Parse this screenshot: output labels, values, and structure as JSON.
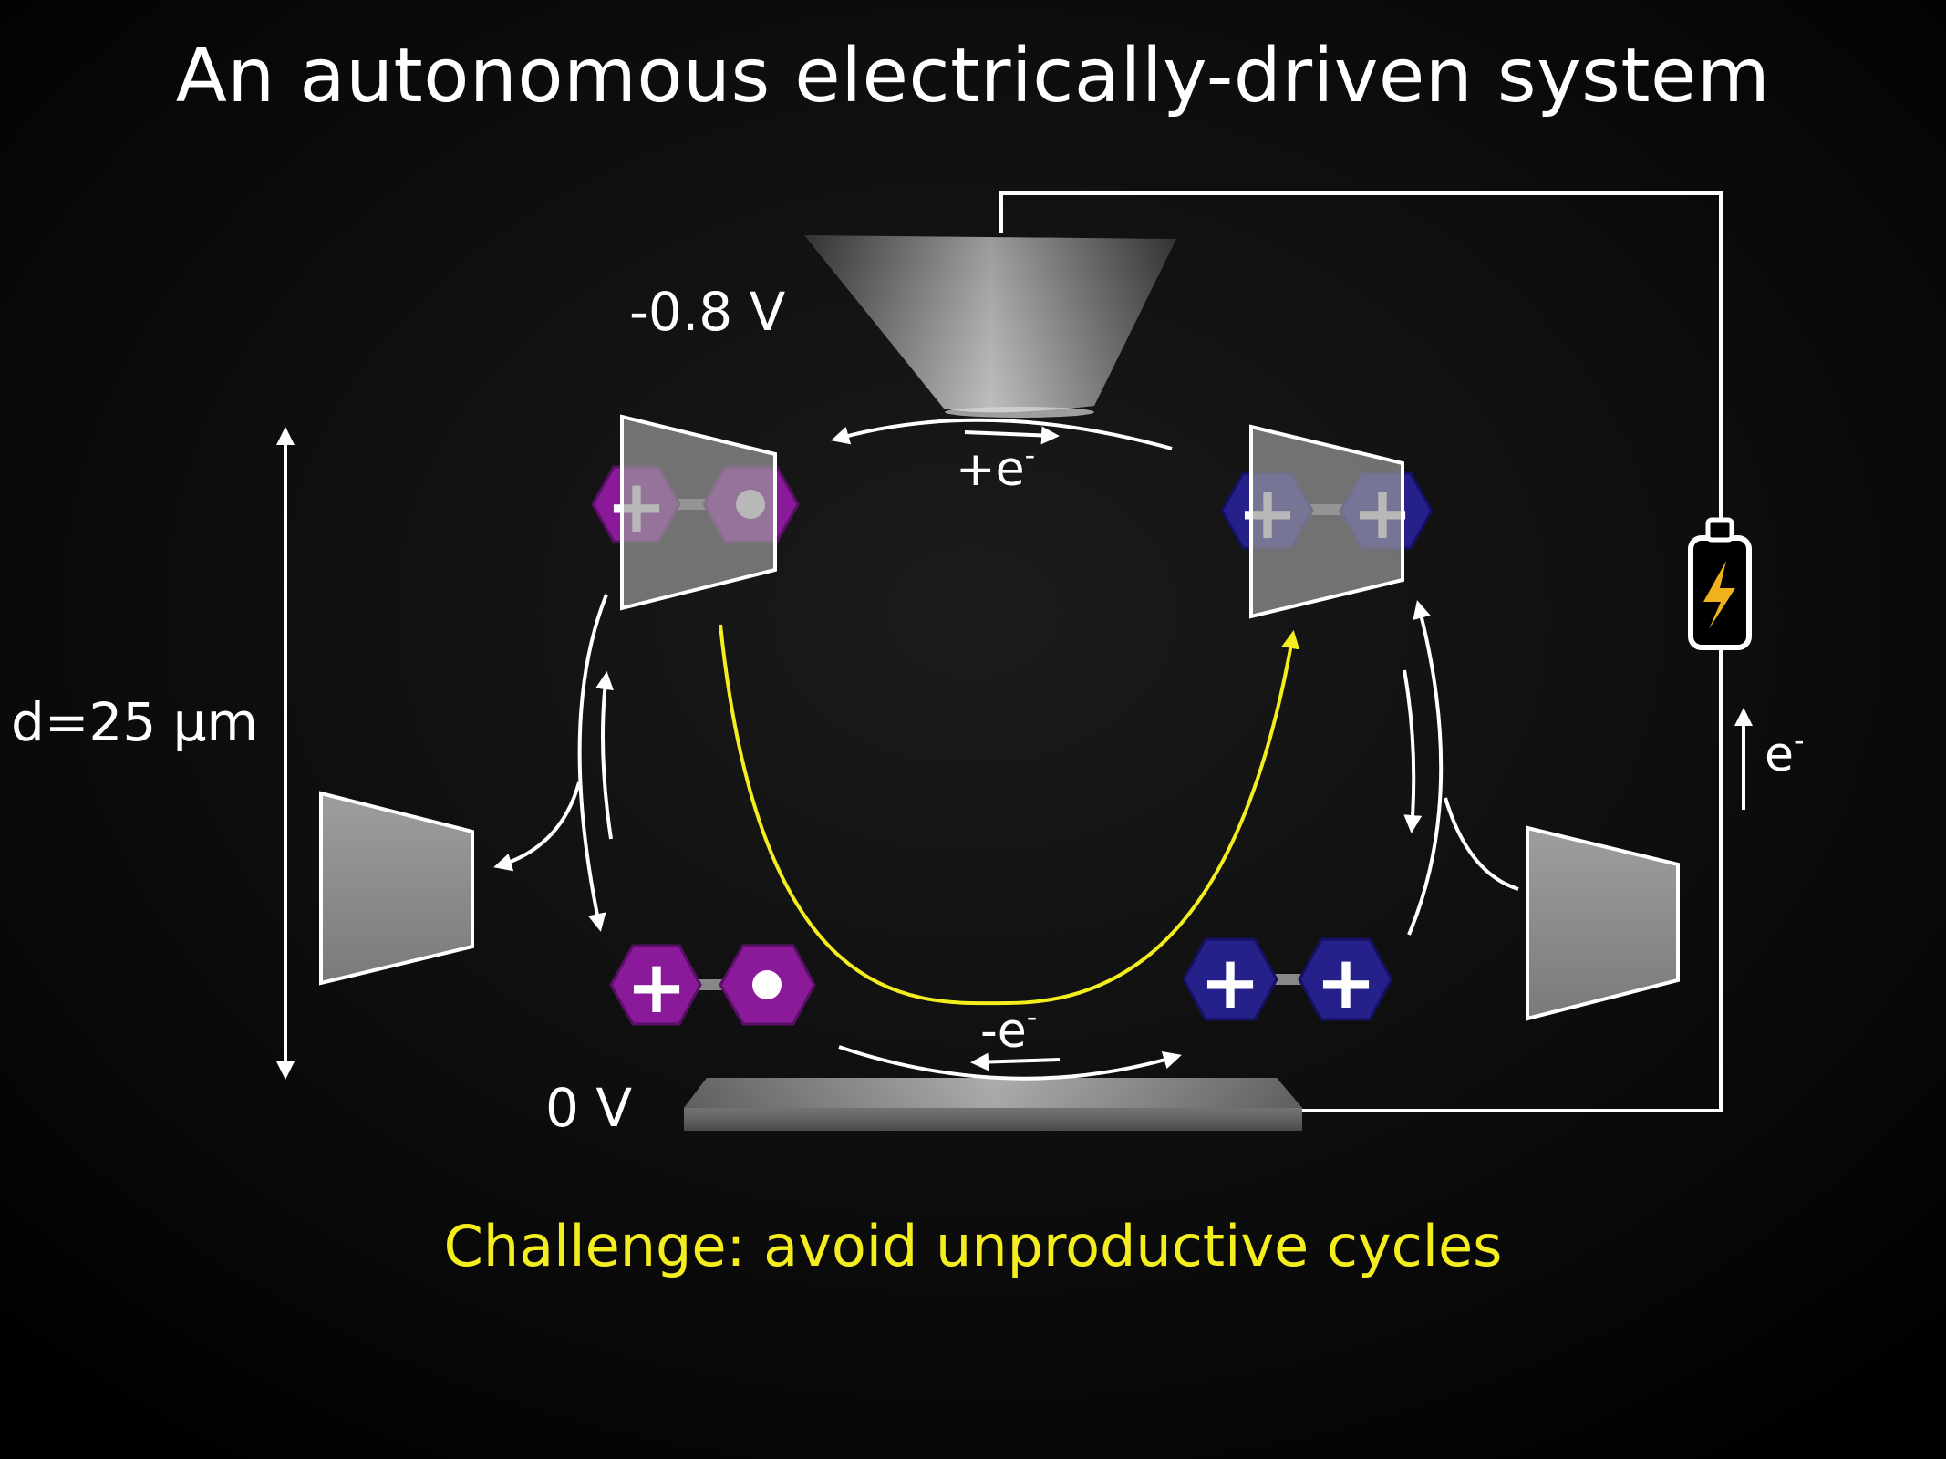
{
  "slide": {
    "title": "An autonomous electrically-driven system",
    "caption": "Challenge: avoid unproductive cycles"
  },
  "diagram": {
    "top_electrode_voltage": "-0.8 V",
    "bottom_electrode_voltage": "0 V",
    "distance_label": "d=25 μm",
    "reduction_label": "+e",
    "reduction_superscript": "-",
    "oxidation_label": "-e",
    "oxidation_superscript": "-",
    "circuit_electron_label": "e",
    "circuit_electron_superscript": "-",
    "plus_symbol": "+",
    "colors": {
      "background": "#000000",
      "purple_molecule": "#8a1a9a",
      "blue_molecule": "#25208a",
      "highlight_arc": "#f5ee1f",
      "battery_bolt": "#f0b21a",
      "electrode_gray": "#8c8c8c"
    }
  }
}
